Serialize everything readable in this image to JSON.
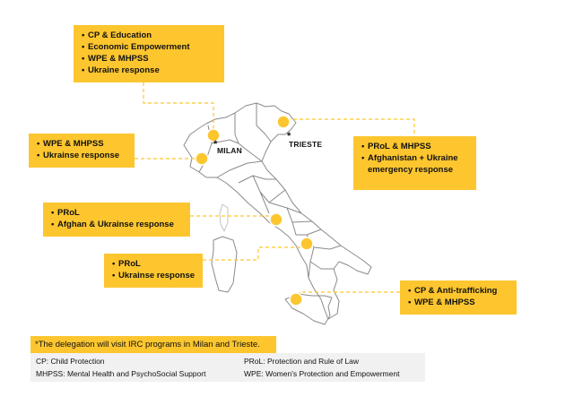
{
  "callouts": [
    {
      "id": "milan",
      "items": [
        "CP & Education",
        "Economic Empowerment",
        "WPE & MHPSS",
        "Ukraine response"
      ]
    },
    {
      "id": "northwest",
      "items": [
        "WPE & MHPSS",
        "Ukrainse response"
      ]
    },
    {
      "id": "trieste",
      "items": [
        "PRoL & MHPSS",
        "Afghanistan + Ukraine emergency response"
      ]
    },
    {
      "id": "rome",
      "items": [
        "PRoL",
        "Afghan & Ukrainse response"
      ]
    },
    {
      "id": "naples",
      "items": [
        "PRoL",
        "Ukrainse response"
      ]
    },
    {
      "id": "sicily",
      "items": [
        "CP & Anti-trafficking",
        "WPE & MHPSS"
      ]
    }
  ],
  "cities": {
    "milan": "MILAN",
    "trieste": "TRIESTE"
  },
  "note": "*The delegation will visit IRC programs in Milan and Trieste.",
  "legend": {
    "cp": "CP: Child Protection",
    "mhpss": "MHPSS: Mental Health and PsychoSocial Support",
    "prol": "PRoL: Protection and Rule of Law",
    "wpe": "WPE: Women's Protection and Empowerment"
  },
  "colors": {
    "accent": "#fdc62f",
    "map_outline": "#8a8a8a",
    "legend_bg": "#f1f1f1"
  }
}
